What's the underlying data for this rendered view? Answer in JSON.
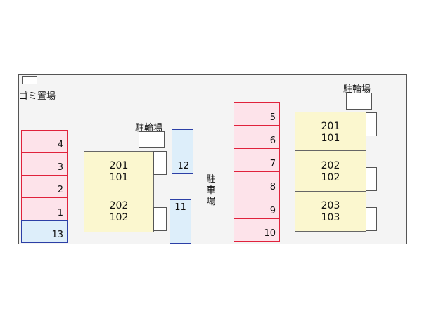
{
  "labels": {
    "garbage": "ゴミ置場",
    "bike_left": "駐輪場",
    "bike_right": "駐輪場",
    "parking": "駐車場"
  },
  "parking_left": [
    "4",
    "3",
    "2",
    "1"
  ],
  "parking_left_blue": "13",
  "parking_mid_top": "12",
  "parking_mid_bottom": "11",
  "parking_right": [
    "5",
    "6",
    "7",
    "8",
    "9",
    "10"
  ],
  "building_left": [
    {
      "upper": "201",
      "lower": "101"
    },
    {
      "upper": "202",
      "lower": "102"
    }
  ],
  "building_right": [
    {
      "upper": "201",
      "lower": "101"
    },
    {
      "upper": "202",
      "lower": "102"
    },
    {
      "upper": "203",
      "lower": "103"
    }
  ],
  "colors": {
    "parking_fill": "#fde3ea",
    "parking_border": "#e0223c",
    "blue_fill": "#ddeefa",
    "blue_border": "#2c3fa6",
    "building_fill": "#fbf7cf"
  }
}
